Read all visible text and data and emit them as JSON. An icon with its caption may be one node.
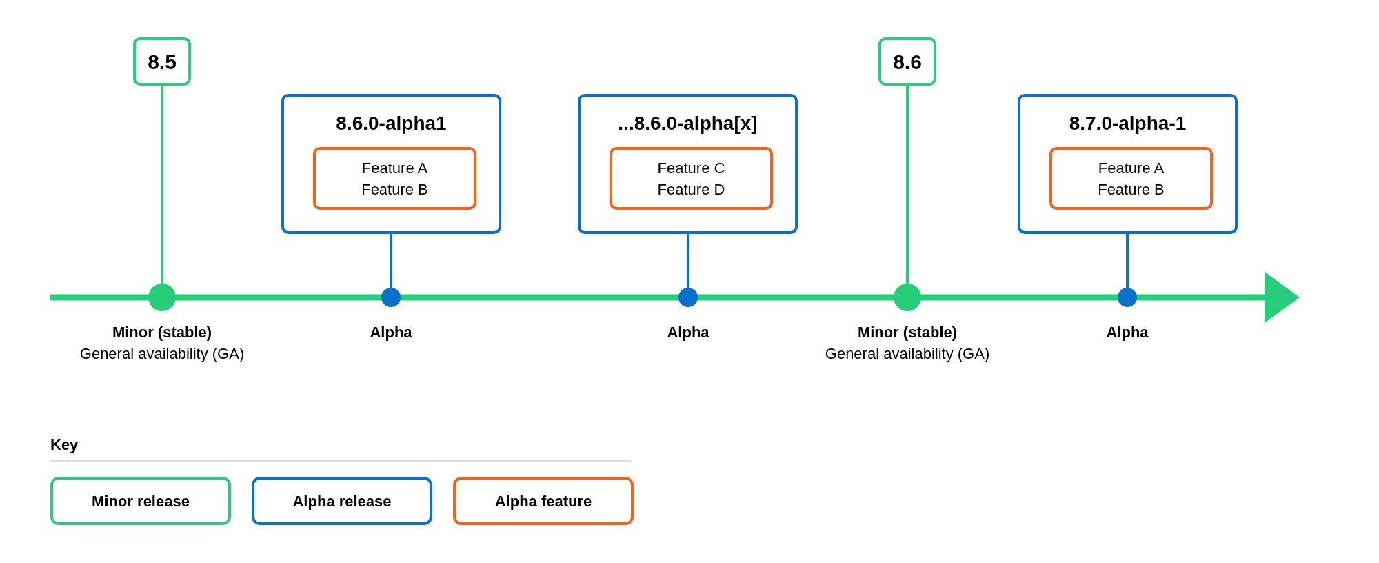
{
  "diagram": {
    "nodes": [
      {
        "text": [
          "8.5"
        ]
      },
      {
        "text": [
          "8.6.0-alpha1"
        ]
      },
      {
        "text": [
          "Feature A Feature B"
        ],
        "in": 1
      },
      {
        "text": [
          "...8.6.0-alpha[x]"
        ]
      },
      {
        "text": [
          "Feature C Feature D"
        ],
        "in": 3
      },
      {
        "text": [
          "8.6"
        ]
      },
      {
        "text": [
          "8.7.0-alpha-1"
        ]
      },
      {
        "text": [
          "Feature A Feature B"
        ],
        "in": 6
      },
      {
        "text": [],
        "shape": "circle",
        "beside": [
          "Minor (stable)",
          "General availability (GA)"
        ]
      },
      {
        "text": [],
        "shape": "circle",
        "beside": [
          "Alpha"
        ]
      },
      {
        "text": [],
        "shape": "circle",
        "beside": [
          "Alpha"
        ]
      },
      {
        "text": [],
        "shape": "circle",
        "beside": [
          "Minor (stable)",
          "General availability (GA)"
        ]
      },
      {
        "text": [],
        "shape": "circle",
        "beside": [
          "Alpha"
        ]
      }
    ],
    "edges": [
      {
        "from": 0,
        "to": 8,
        "arrow": "none",
        "color": "#28cd7c"
      },
      {
        "from": 1,
        "to": 9,
        "arrow": "none"
      },
      {
        "from": 3,
        "to": 10,
        "arrow": "none"
      },
      {
        "from": 5,
        "to": 11,
        "arrow": "none",
        "color": "#28cd7c"
      },
      {
        "from": 6,
        "to": 12,
        "arrow": "none"
      }
    ],
    "labels": [
      "Key"
    ],
    "legend": [
      {
        "text": "Minor release",
        "color": "#28cd7c"
      },
      {
        "text": "Alpha release",
        "color": "#0b6fce"
      },
      {
        "text": "Alpha feature",
        "color": "#fd5f14"
      }
    ]
  }
}
